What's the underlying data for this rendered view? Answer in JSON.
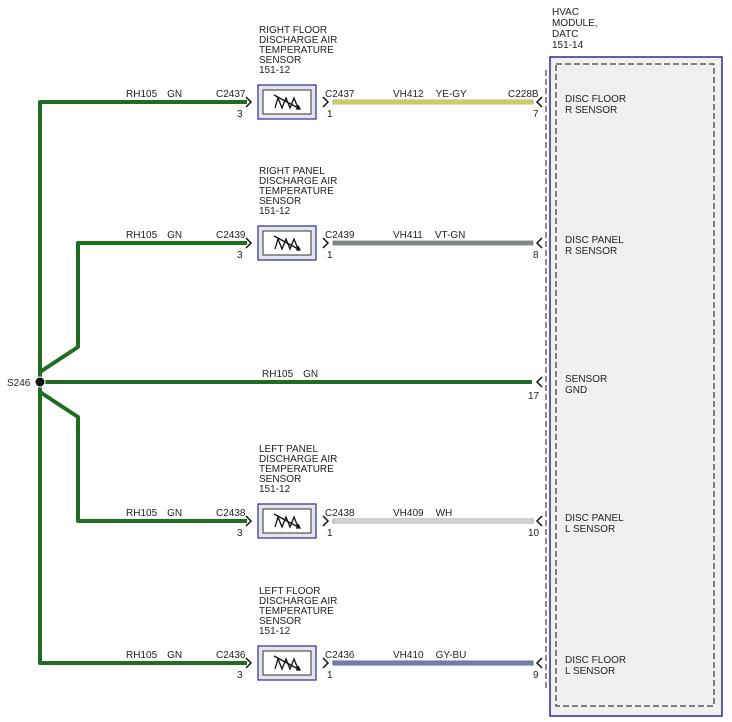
{
  "module": {
    "title_lines": [
      "HVAC",
      "MODULE,",
      "DATC",
      "151-14"
    ]
  },
  "splice": {
    "label": "S246"
  },
  "colors": {
    "ground_wire": "#1f6e1f",
    "module_border": "#2a2aa0",
    "module_fill": "#f0f0f0",
    "sensor_border": "#2a2aa0",
    "sensor_fill": "#e6e6e6"
  },
  "circuits": [
    {
      "id": "right-floor",
      "sensor_lines": [
        "RIGHT FLOOR",
        "DISCHARGE AIR",
        "TEMPERATURE",
        "SENSOR",
        "151-12"
      ],
      "gnd_circuit": "RH105",
      "gnd_color": "GN",
      "connector_left": "C2437",
      "pin_left": "3",
      "connector_right": "C2437",
      "pin_right": "1",
      "signal_circuit": "VH412",
      "signal_color": "YE-GY",
      "wire_colors": [
        "#e8e830",
        "#a0a0a0"
      ],
      "module_connector": "C228B",
      "module_pin": "7",
      "module_label_lines": [
        "DISC FLOOR",
        "R SENSOR"
      ]
    },
    {
      "id": "right-panel",
      "sensor_lines": [
        "RIGHT PANEL",
        "DISCHARGE AIR",
        "TEMPERATURE",
        "SENSOR",
        "151-12"
      ],
      "gnd_circuit": "RH105",
      "gnd_color": "GN",
      "connector_left": "C2439",
      "pin_left": "3",
      "connector_right": "C2439",
      "pin_right": "1",
      "signal_circuit": "VH411",
      "signal_color": "VT-GN",
      "wire_colors": [
        "#b070c0",
        "#4a9a4a"
      ],
      "module_connector": "",
      "module_pin": "8",
      "module_label_lines": [
        "DISC PANEL",
        "R SENSOR"
      ]
    },
    {
      "id": "left-panel",
      "sensor_lines": [
        "LEFT PANEL",
        "DISCHARGE AIR",
        "TEMPERATURE",
        "SENSOR",
        "151-12"
      ],
      "gnd_circuit": "RH105",
      "gnd_color": "GN",
      "connector_left": "C2438",
      "pin_left": "3",
      "connector_right": "C2438",
      "pin_right": "1",
      "signal_circuit": "VH409",
      "signal_color": "WH",
      "wire_colors": [
        "#ffffff",
        "#888888"
      ],
      "module_connector": "",
      "module_pin": "10",
      "module_label_lines": [
        "DISC PANEL",
        "L SENSOR"
      ]
    },
    {
      "id": "left-floor",
      "sensor_lines": [
        "LEFT FLOOR",
        "DISCHARGE AIR",
        "TEMPERATURE",
        "SENSOR",
        "151-12"
      ],
      "gnd_circuit": "RH105",
      "gnd_color": "GN",
      "connector_left": "C2436",
      "pin_left": "3",
      "connector_right": "C2436",
      "pin_right": "1",
      "signal_circuit": "VH410",
      "signal_color": "GY-BU",
      "wire_colors": [
        "#9a9aa8",
        "#3a4aa0"
      ],
      "module_connector": "",
      "module_pin": "9",
      "module_label_lines": [
        "DISC FLOOR",
        "L SENSOR"
      ]
    }
  ],
  "ground": {
    "circuit": "RH105",
    "color": "GN",
    "module_pin": "17",
    "module_label_lines": [
      "SENSOR",
      "GND"
    ]
  }
}
